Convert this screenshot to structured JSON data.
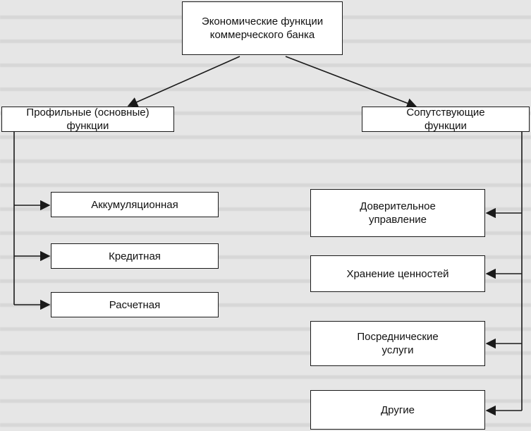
{
  "diagram": {
    "root": {
      "line1": "Экономические функции",
      "line2": "коммерческого банка"
    },
    "profile": {
      "line1": "Профильные (основные)",
      "line2": "функции",
      "children": [
        "Аккумуляционная",
        "Кредитная",
        "Расчетная"
      ]
    },
    "related": {
      "line1": "Сопутствующие",
      "line2": "функции",
      "children": [
        {
          "line1": "Доверительное",
          "line2": "управление"
        },
        {
          "line1": "Хранение ценностей",
          "line2": ""
        },
        {
          "line1": "Посреднические",
          "line2": "услуги"
        },
        {
          "line1": "Другие",
          "line2": ""
        }
      ]
    }
  },
  "colors": {
    "line": "#1a1a1a",
    "box_fill": "#ffffff",
    "background": "#e6e6e6"
  }
}
